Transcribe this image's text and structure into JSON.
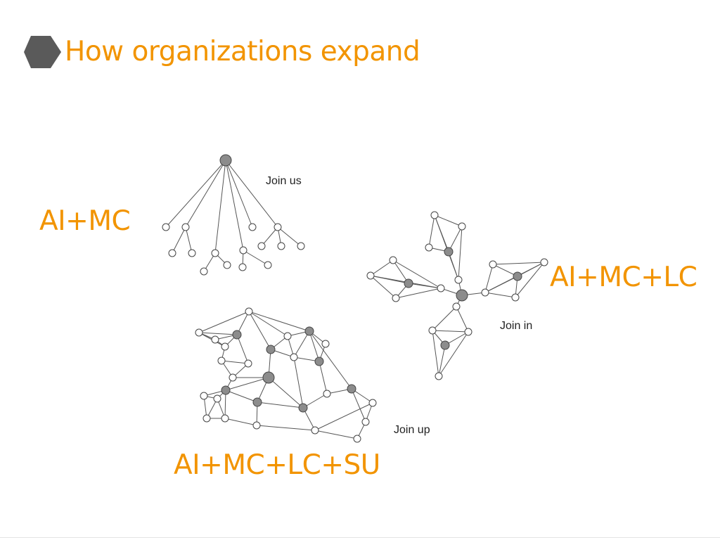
{
  "slide": {
    "title": "How organizations expand",
    "bullet_shape": "hexagon",
    "accent_color": "#F29400"
  },
  "formulas": {
    "tree": "AI+MC",
    "cluster": "AI+MC+LC",
    "mesh": "AI+MC+LC+SU"
  },
  "networks": [
    {
      "id": "tree",
      "caption": "Join us"
    },
    {
      "id": "cluster",
      "caption": "Join in"
    },
    {
      "id": "mesh",
      "caption": "Join up"
    }
  ],
  "colors": {
    "node_fill": "#ffffff",
    "hub_fill": "#8c8c8c",
    "edge": "#555555",
    "bullet": "#5a5a5a"
  }
}
